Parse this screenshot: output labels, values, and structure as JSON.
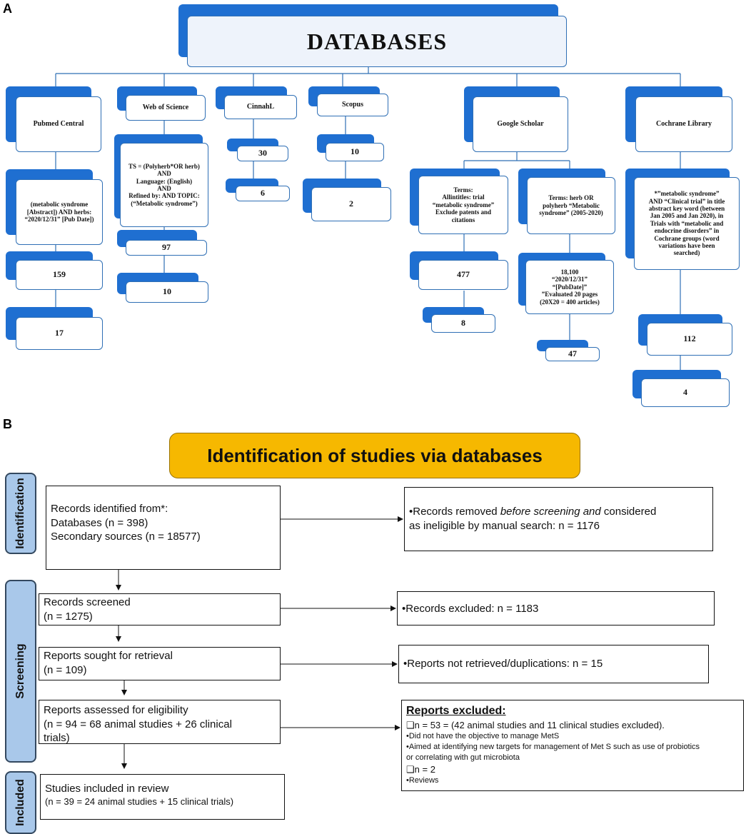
{
  "panelA": {
    "letter": "A",
    "title": "DATABASES",
    "sources": {
      "pubmed": {
        "name": "Pubmed  Central",
        "query": "(metabolic syndrome [Abstract]) AND herbs: “2020/12/31” [Pub Date])",
        "count1": "159",
        "count2": "17"
      },
      "wos": {
        "name": "Web of Science",
        "query_lines": [
          "TS = (Polyherb*OR herb)",
          "AND",
          "Language: (English)",
          "AND",
          "Refined by: AND TOPIC:",
          "(“Metabolic syndrome”)"
        ],
        "count1": "97",
        "count2": "10"
      },
      "cinahl": {
        "name": "CinnahL",
        "count1": "30",
        "count2": "6"
      },
      "scopus": {
        "name": "Scopus",
        "count1": "10",
        "count2": "2"
      },
      "google": {
        "name": "Google Scholar",
        "left": {
          "query_lines": [
            "Terms:",
            "Allintitles: trial",
            "“metabolic  syndrome”",
            "Exclude patents and",
            "citations"
          ],
          "count1": "477",
          "count2": "8"
        },
        "right": {
          "query_lines": [
            "Terms: herb OR",
            "polyherb “Metabolic",
            "syndrome” (2005-2020)"
          ],
          "detail_lines": [
            "18,100",
            "“2020/12/31”",
            "“[PubDate]”",
            "”Evaluated  20 pages",
            "(20X20 = 400 articles)"
          ],
          "count": "47"
        }
      },
      "cochrane": {
        "name": "Cochrane Library",
        "query_lines": [
          "*”metabolic syndrome”",
          "AND “Clinical trial” in title",
          "abstract key word (between",
          "Jan 2005 and Jan 2020), in",
          "Trials with “metabolic and",
          "endocrine disorders” in",
          "Cochrane groups (word",
          "variations have been",
          "searched)"
        ],
        "count1": "112",
        "count2": "4"
      }
    }
  },
  "panelB": {
    "letter": "B",
    "banner": "Identification of studies via databases",
    "stages": {
      "identification": "Identification",
      "screening": "Screening",
      "included": "Included"
    },
    "identified": {
      "l1": "Records identified from*:",
      "l2": "Databases (n = 398)",
      "l3": "Secondary sources (n = 18577)"
    },
    "removed": {
      "l1a": "•Records removed ",
      "l1b": "before screening and",
      "l1c": " considered",
      "l2": "as ineligible by manual search: n = 1176"
    },
    "screened": {
      "l1": "Records screened",
      "l2": "(n = 1275)"
    },
    "excluded1": "•Records excluded:  n = 1183",
    "sought": {
      "l1": "Reports sought for retrieval",
      "l2": "(n = 109)"
    },
    "notRetrieved": "•Reports not retrieved/duplications:  n = 15",
    "assessed": {
      "l1": "Reports assessed for eligibility",
      "l2": "(n = 94 = 68 animal studies + 26 clinical",
      "l3": "trials)"
    },
    "reportsExcluded": {
      "title": "Reports excluded:",
      "l1": "❑n = 53 = (42 animal studies and 11 clinical studies excluded).",
      "l2": "•Did not have the objective to manage MetS",
      "l3": "•Aimed at identifying new targets for management of Met S such as use of probiotics",
      "l4": "or correlating with gut microbiota",
      "l5": "❑n = 2",
      "l6": "•Reviews"
    },
    "included": {
      "l1": "Studies included in review",
      "l2": "(n = 39 = 24 animal studies + 15 clinical trials)"
    }
  }
}
